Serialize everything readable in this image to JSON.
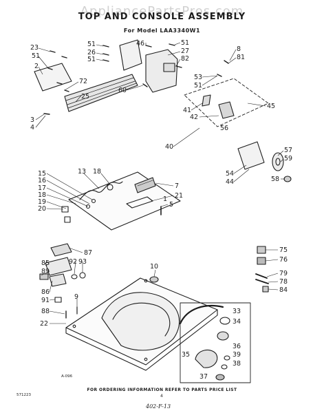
{
  "watermark": "AppliancePartsPros.com",
  "title": "TOP AND CONSOLE ASSEMBLY",
  "subtitle": "For Model LAA3340W1",
  "figure_code": "A-096",
  "footer_code": "571223",
  "ordering_note": "FOR ORDERING INFORMATION REFER TO PARTS PRICE LIST",
  "page_number": "4",
  "handwritten_note": "402-F-13",
  "callouts": [
    {
      "label": "23"
    },
    {
      "label": "51"
    },
    {
      "label": "2"
    },
    {
      "label": "72"
    },
    {
      "label": "25"
    },
    {
      "label": "3"
    },
    {
      "label": "4"
    },
    {
      "label": "51"
    },
    {
      "label": "26"
    },
    {
      "label": "51"
    },
    {
      "label": "46"
    },
    {
      "label": "51"
    },
    {
      "label": "27"
    },
    {
      "label": "82"
    },
    {
      "label": "8"
    },
    {
      "label": "81"
    },
    {
      "label": "60"
    },
    {
      "label": "53"
    },
    {
      "label": "51"
    },
    {
      "label": "45"
    },
    {
      "label": "41"
    },
    {
      "label": "42"
    },
    {
      "label": "56"
    },
    {
      "label": "40"
    },
    {
      "label": "57"
    },
    {
      "label": "59"
    },
    {
      "label": "54"
    },
    {
      "label": "44"
    },
    {
      "label": "58"
    },
    {
      "label": "15"
    },
    {
      "label": "16"
    },
    {
      "label": "17"
    },
    {
      "label": "18"
    },
    {
      "label": "19"
    },
    {
      "label": "20"
    },
    {
      "label": "13"
    },
    {
      "label": "18"
    },
    {
      "label": "7"
    },
    {
      "label": "21"
    },
    {
      "label": "1"
    },
    {
      "label": "5"
    },
    {
      "label": "87"
    },
    {
      "label": "85"
    },
    {
      "label": "92"
    },
    {
      "label": "93"
    },
    {
      "label": "89"
    },
    {
      "label": "86"
    },
    {
      "label": "91"
    },
    {
      "label": "88"
    },
    {
      "label": "9"
    },
    {
      "label": "10"
    },
    {
      "label": "22"
    },
    {
      "label": "75"
    },
    {
      "label": "76"
    },
    {
      "label": "79"
    },
    {
      "label": "78"
    },
    {
      "label": "84"
    },
    {
      "label": "33"
    },
    {
      "label": "34"
    },
    {
      "label": "35"
    },
    {
      "label": "36"
    },
    {
      "label": "39"
    },
    {
      "label": "38"
    },
    {
      "label": "37"
    }
  ]
}
